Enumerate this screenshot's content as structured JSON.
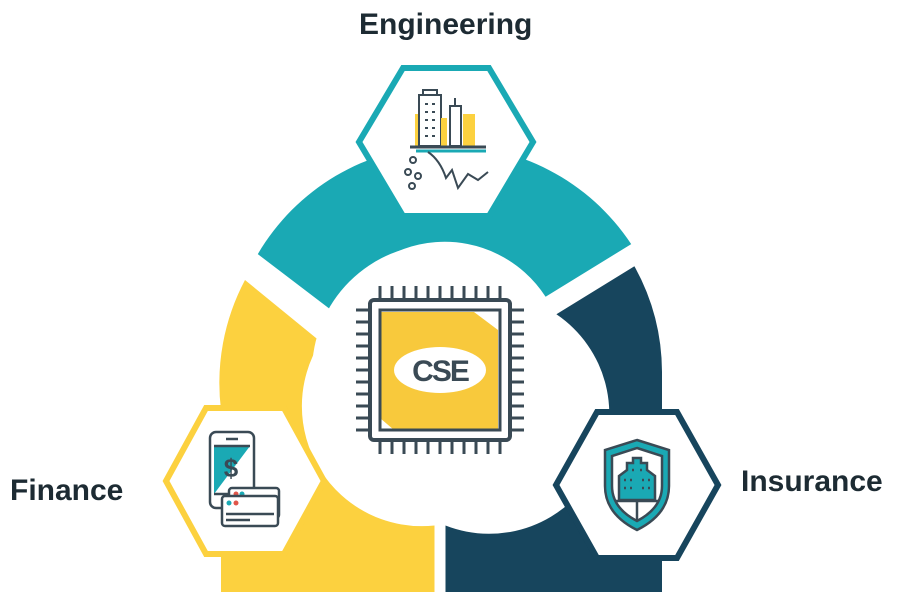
{
  "labels": {
    "engineering": "Engineering",
    "finance": "Finance",
    "insurance": "Insurance"
  },
  "center_logo_text": "CSE",
  "colors": {
    "engineering": "#1aa9b4",
    "finance": "#fcd13f",
    "insurance": "#17455d",
    "outline": "#3a4a55",
    "chip_yellow": "#f8c93c"
  },
  "icons": {
    "engineering": "city-buildings-earthquake-icon",
    "finance": "phone-credit-card-icon",
    "insurance": "shield-building-icon",
    "center": "cpu-chip-icon"
  }
}
